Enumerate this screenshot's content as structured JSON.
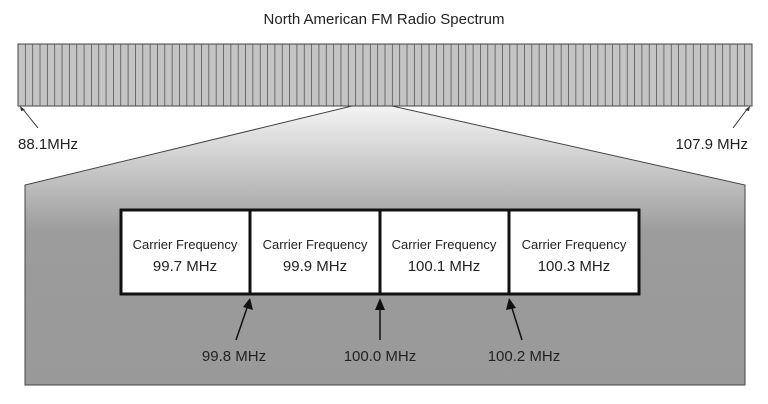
{
  "title": "North American FM Radio Spectrum",
  "spectrum": {
    "start_label": "88.1MHz",
    "end_label": "107.9 MHz",
    "channel_count": 100
  },
  "carriers": [
    {
      "label": "Carrier Frequency",
      "value": "99.7 MHz"
    },
    {
      "label": "Carrier Frequency",
      "value": "99.9 MHz"
    },
    {
      "label": "Carrier Frequency",
      "value": "100.1 MHz"
    },
    {
      "label": "Carrier Frequency",
      "value": "100.3 MHz"
    }
  ],
  "boundaries": [
    "99.8 MHz",
    "100.0 MHz",
    "100.2 MHz"
  ],
  "colors": {
    "spectrum_fill": "#c4c4c4",
    "zoom_fill": "#999999",
    "line": "#222222"
  }
}
